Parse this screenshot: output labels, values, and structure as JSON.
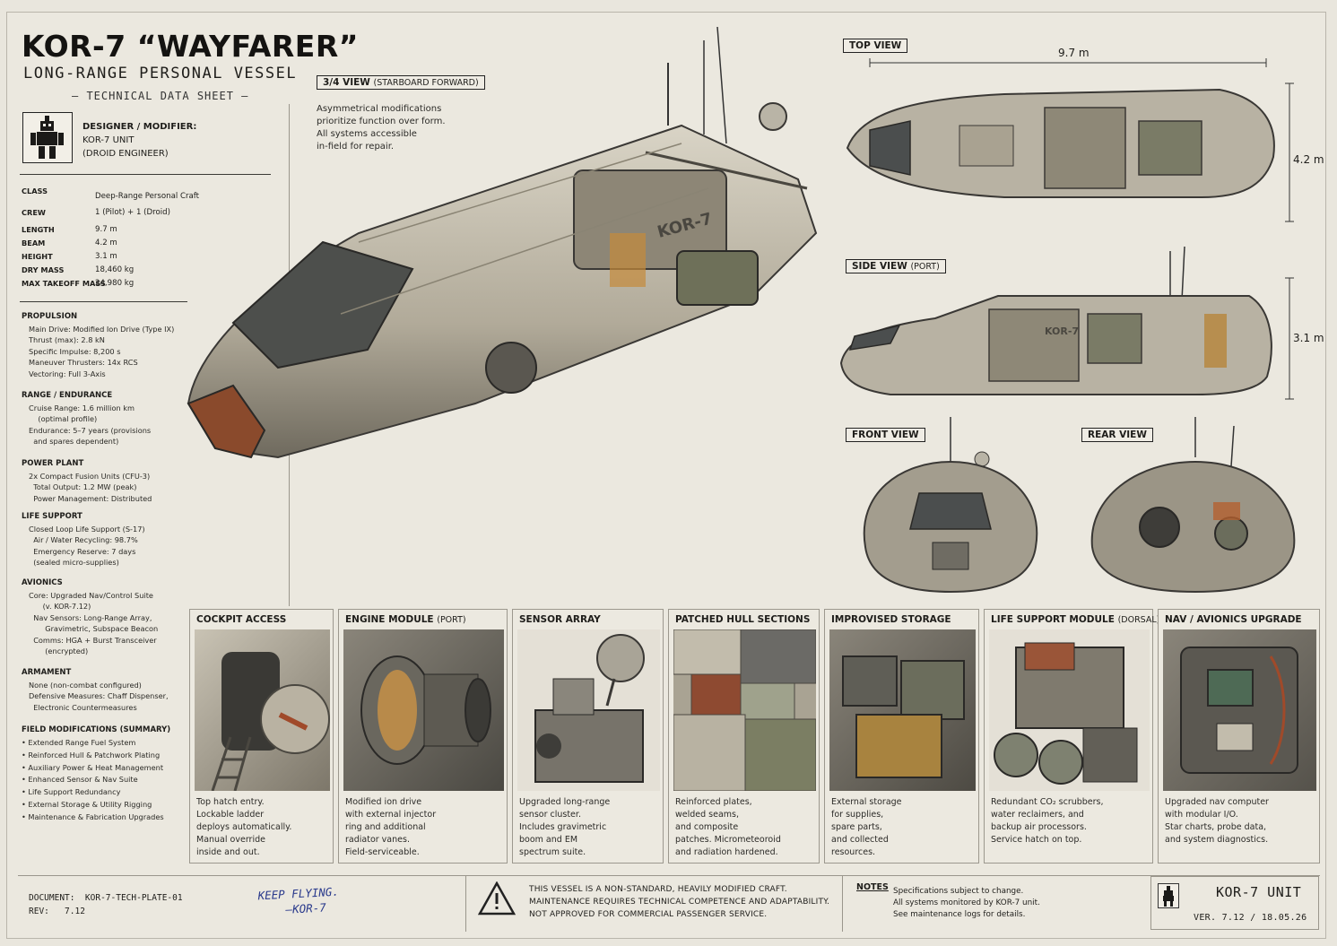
{
  "title": "KOR-7 “WAYFARER”",
  "subtitle": "LONG-RANGE PERSONAL VESSEL",
  "datasheet_label": "— TECHNICAL DATA SHEET —",
  "designer": {
    "label": "DESIGNER / MODIFIER:",
    "line1": "KOR-7 UNIT",
    "line2": "(DROID ENGINEER)"
  },
  "specs": [
    {
      "key": "CLASS",
      "value": "Deep-Range Personal Craft"
    },
    {
      "key": "CREW",
      "value": "1 (Pilot) + 1 (Droid)"
    },
    {
      "key": "LENGTH",
      "value": "9.7 m"
    },
    {
      "key": "BEAM",
      "value": "4.2 m"
    },
    {
      "key": "HEIGHT",
      "value": "3.1 m"
    },
    {
      "key": "DRY MASS",
      "value": "18,460 kg"
    },
    {
      "key": "MAX TAKEOFF MASS",
      "value": "24,980 kg"
    }
  ],
  "sections": {
    "propulsion": {
      "heading": "PROPULSION",
      "lines": [
        "Main Drive: Modified Ion Drive (Type IX)",
        "Thrust (max): 2.8 kN",
        "Specific Impulse: 8,200 s",
        "Maneuver Thrusters: 14x RCS",
        "Vectoring: Full 3-Axis"
      ]
    },
    "range": {
      "heading": "RANGE / ENDURANCE",
      "lines": [
        "Cruise Range: 1.6 million km",
        "    (optimal profile)",
        "Endurance: 5–7 years (provisions",
        "  and spares dependent)"
      ]
    },
    "power": {
      "heading": "POWER PLANT",
      "lines": [
        "2x Compact Fusion Units (CFU-3)",
        "  Total Output: 1.2 MW (peak)",
        "  Power Management: Distributed"
      ]
    },
    "life": {
      "heading": "LIFE SUPPORT",
      "lines": [
        "Closed Loop Life Support (S-17)",
        "  Air / Water Recycling: 98.7%",
        "  Emergency Reserve: 7 days",
        "  (sealed micro-supplies)"
      ]
    },
    "avionics": {
      "heading": "AVIONICS",
      "lines": [
        "Core: Upgraded Nav/Control Suite",
        "      (v. KOR-7.12)",
        "  Nav Sensors: Long-Range Array,",
        "       Gravimetric, Subspace Beacon",
        "  Comms: HGA + Burst Transceiver",
        "       (encrypted)"
      ]
    },
    "armament": {
      "heading": "ARMAMENT",
      "lines": [
        "None (non-combat configured)",
        "Defensive Measures: Chaff Dispenser,",
        "  Electronic Countermeasures"
      ]
    },
    "field_mods": {
      "heading": "FIELD MODIFICATIONS (SUMMARY)",
      "lines": [
        "• Extended Range Fuel System",
        "• Reinforced Hull & Patchwork Plating",
        "• Auxiliary Power & Heat Management",
        "• Enhanced Sensor & Nav Suite",
        "• Life Support Redundancy",
        "• External Storage & Utility Rigging",
        "• Maintenance & Fabrication Upgrades"
      ]
    }
  },
  "main_view": {
    "label": "3/4 VIEW",
    "label_sub": "(STARBOARD FORWARD)",
    "desc": "Asymmetrical modifications\nprioritize function over form.\nAll systems accessible\nin-field for repair.",
    "hull_marking": "KOR-7"
  },
  "top_view": {
    "label": "TOP VIEW",
    "length": "9.7 m",
    "beam": "4.2 m"
  },
  "side_view": {
    "label": "SIDE VIEW",
    "label_sub": "(PORT)",
    "height": "3.1 m",
    "hull_marking": "KOR-7"
  },
  "front_view": {
    "label": "FRONT VIEW"
  },
  "rear_view": {
    "label": "REAR VIEW"
  },
  "panels": [
    {
      "title": "COCKPIT ACCESS",
      "sub": "",
      "text": "Top hatch entry.\nLockable ladder\ndeploys automatically.\nManual override\ninside and out."
    },
    {
      "title": "ENGINE MODULE",
      "sub": "(PORT)",
      "text": "Modified ion drive\nwith external injector\nring and additional\nradiator vanes.\nField-serviceable."
    },
    {
      "title": "SENSOR ARRAY",
      "sub": "",
      "text": "Upgraded long-range\nsensor cluster.\nIncludes gravimetric\nboom and EM\nspectrum suite."
    },
    {
      "title": "PATCHED HULL SECTIONS",
      "sub": "",
      "text": "Reinforced plates,\nwelded seams,\nand composite\npatches. Micrometeoroid\nand radiation hardened."
    },
    {
      "title": "IMPROVISED STORAGE",
      "sub": "",
      "text": "External storage\nfor supplies,\nspare parts,\nand collected\nresources."
    },
    {
      "title": "LIFE SUPPORT MODULE",
      "sub": "(DORSAL)",
      "text": "Redundant CO₂ scrubbers,\nwater reclaimers, and\nbackup air processors.\nService hatch on top."
    },
    {
      "title": "NAV / AVIONICS UPGRADE",
      "sub": "",
      "text": "Upgraded nav computer\nwith modular I/O.\nStar charts, probe data,\nand system diagnostics."
    }
  ],
  "footer": {
    "document": "DOCUMENT:  KOR-7-TECH-PLATE-01\nREV:   7.12",
    "signature": "KEEP FLYING.\n    —KOR-7",
    "warning": "THIS VESSEL IS A NON-STANDARD, HEAVILY MODIFIED CRAFT.\nMAINTENANCE REQUIRES TECHNICAL COMPETENCE AND ADAPTABILITY.\nNOT APPROVED FOR COMMERCIAL PASSENGER SERVICE.",
    "notes_label": "NOTES",
    "notes": "Specifications subject to change.\nAll systems monitored by KOR-7 unit.\nSee maintenance logs for details.",
    "unit_name": "KOR-7 UNIT",
    "version": "VER. 7.12 / 18.05.26"
  }
}
